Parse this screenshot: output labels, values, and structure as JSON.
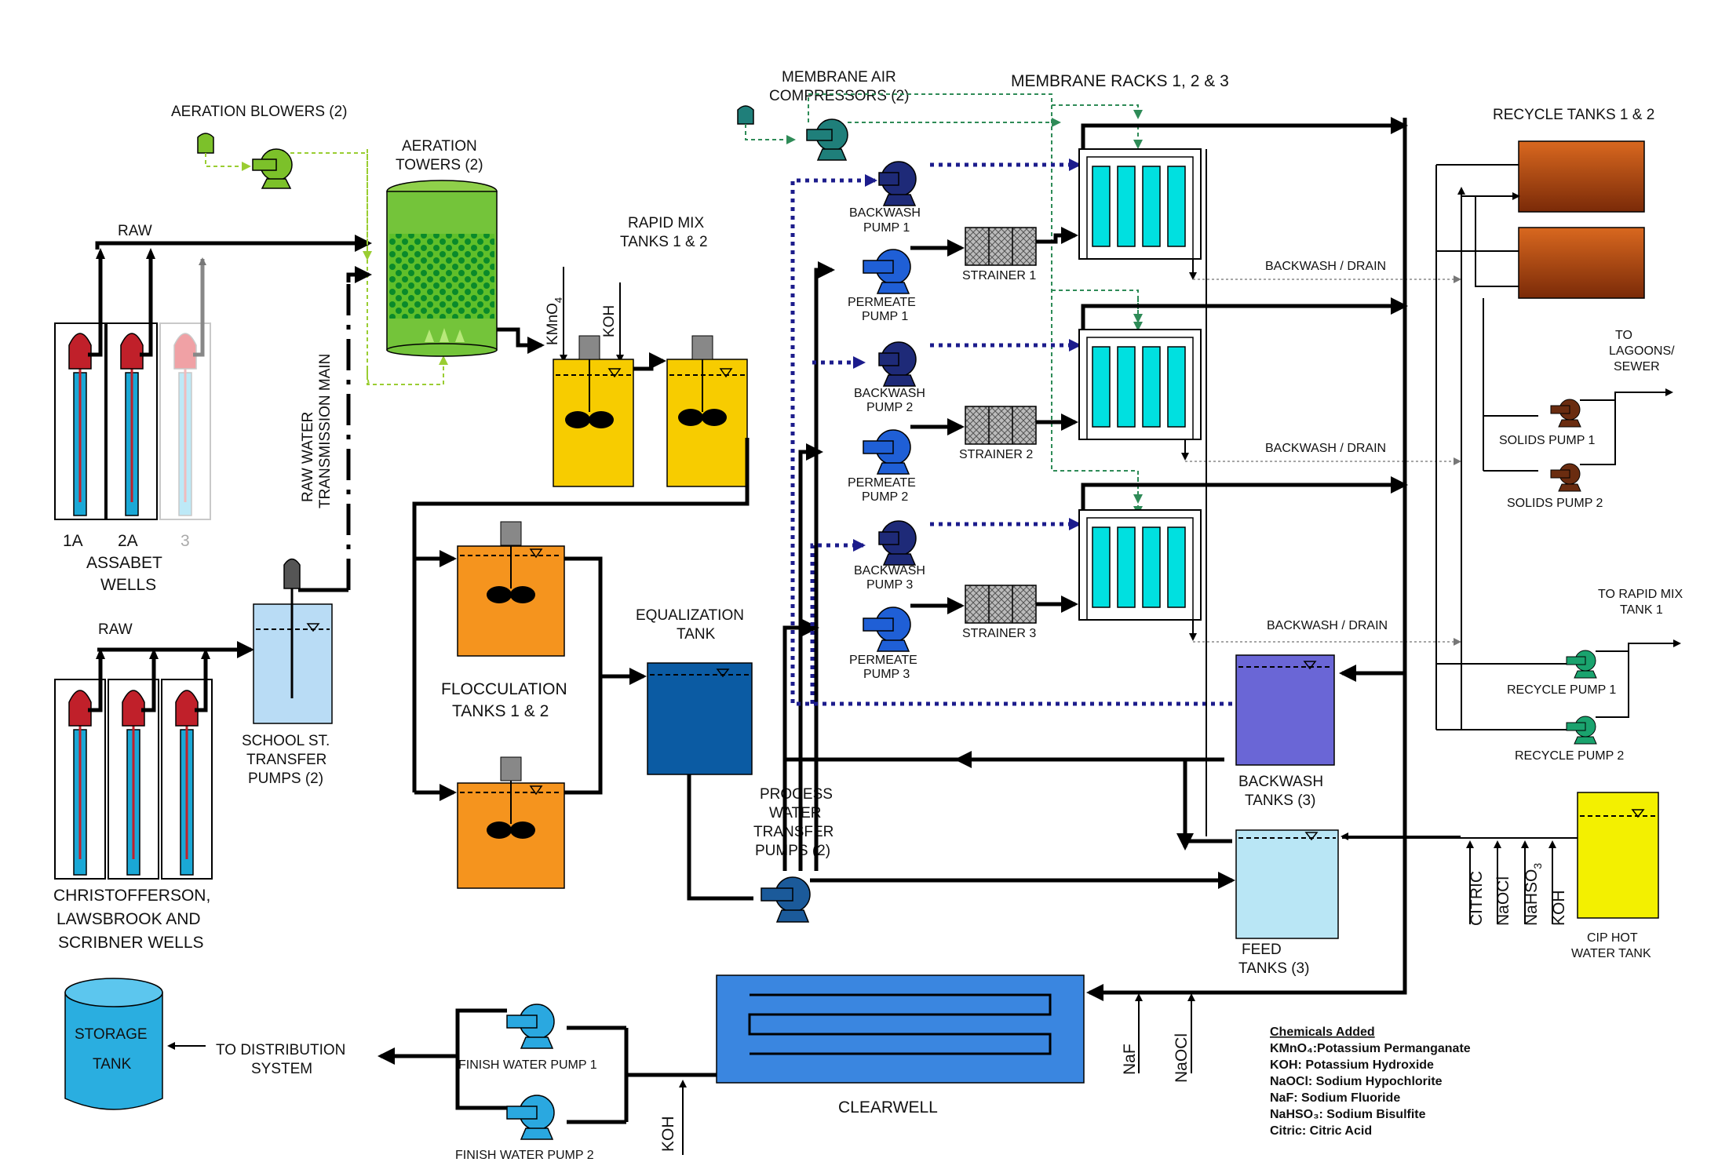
{
  "labels": {
    "raw_top": "RAW",
    "raw_bottom": "RAW",
    "aeration_blowers": "AERATION BLOWERS (2)",
    "aeration_towers_1": "AERATION",
    "aeration_towers_2": "TOWERS (2)",
    "rapid_mix_1": "RAPID MIX",
    "rapid_mix_2": "TANKS 1 & 2",
    "kmno4": "KMnO",
    "kmno4_sub": "4",
    "koh_rapid": "KOH",
    "membrane_air_1": "MEMBRANE AIR",
    "membrane_air_2": "COMPRESSORS (2)",
    "membrane_racks": "MEMBRANE  RACKS 1, 2 & 3",
    "recycle_tanks": "RECYCLE TANKS 1 & 2",
    "well_1a": "1A",
    "well_2a": "2A",
    "well_3": "3",
    "assabet_1": "ASSABET",
    "assabet_2": "WELLS",
    "raw_transmission_1": "RAW WATER",
    "raw_transmission_2": "TRANSMISSION MAIN",
    "school_st_1": "SCHOOL ST.",
    "school_st_2": "TRANSFER",
    "school_st_3": "PUMPS (2)",
    "christ_1": "CHRISTOFFERSON,",
    "christ_2": "LAWSBROOK AND",
    "christ_3": "SCRIBNER  WELLS",
    "flocc_1": "FLOCCULATION",
    "flocc_2": "TANKS 1 & 2",
    "eq_1": "EQUALIZATION",
    "eq_2": "TANK",
    "backwash_pump_1a": "BACKWASH",
    "backwash_pump_1b": "PUMP 1",
    "backwash_pump_2a": "BACKWASH",
    "backwash_pump_2b": "PUMP 2",
    "backwash_pump_3a": "BACKWASH",
    "backwash_pump_3b": "PUMP 3",
    "permeate_pump_1a": "PERMEATE",
    "permeate_pump_1b": "PUMP 1",
    "permeate_pump_2a": "PERMEATE",
    "permeate_pump_2b": "PUMP 2",
    "permeate_pump_3a": "PERMEATE",
    "permeate_pump_3b": "PUMP 3",
    "strainer_1": "STRAINER 1",
    "strainer_2": "STRAINER 2",
    "strainer_3": "STRAINER 3",
    "backwash_drain_1": "BACKWASH  / DRAIN",
    "backwash_drain_2": "BACKWASH  / DRAIN",
    "backwash_drain_3": "BACKWASH  / DRAIN",
    "lagoons_1": "TO",
    "lagoons_2": "LAGOONS/",
    "lagoons_3": "SEWER",
    "solids_pump_1": "SOLIDS PUMP 1",
    "solids_pump_2": "SOLIDS PUMP 2",
    "to_rapid_mix_1": "TO RAPID MIX",
    "to_rapid_mix_2": "TANK 1",
    "recycle_pump_1": "RECYCLE PUMP 1",
    "recycle_pump_2": "RECYCLE PUMP 2",
    "backwash_tanks_1": "BACKWASH",
    "backwash_tanks_2": "TANKS (3)",
    "process_water_1": "PROCESS",
    "process_water_2": "WATER",
    "process_water_3": "TRANSFER",
    "process_water_4": "PUMPS (2)",
    "feed_tanks_1": "FEED",
    "feed_tanks_2": "TANKS (3)",
    "citric": "CITRIC",
    "naocl_cip": "NaOCl",
    "nahso3": "NaHSO",
    "nahso3_sub": "3",
    "koh_cip": "KOH",
    "cip_1": "CIP HOT",
    "cip_2": "WATER TANK",
    "storage_1": "STORAGE",
    "storage_2": "TANK",
    "to_distribution_1": "TO DISTRIBUTION",
    "to_distribution_2": "SYSTEM",
    "finish_pump_1": "FINISH WATER  PUMP 1",
    "finish_pump_2": "FINISH WATER  PUMP 2",
    "koh_finish": "KOH",
    "clearwell": "CLEARWELL",
    "naf": "NaF",
    "naocl_clear": "NaOCl"
  },
  "legend": {
    "title": "Chemicals Added",
    "items": [
      "KMnO₄:Potassium Permanganate",
      "KOH: Potassium Hydroxide",
      "NaOCl: Sodium Hypochlorite",
      "NaF: Sodium Fluoride",
      "NaHSO₃: Sodium Bisulfite",
      "Citric: Citric Acid"
    ]
  },
  "colors": {
    "pump_green": "#7cc12a",
    "pump_teal": "#1f7f7a",
    "backwash_pump": "#1e2a78",
    "permeate_pump": "#1f5fd6",
    "well_head": "#c0202a",
    "well_water": "#1aa8d6",
    "tower": "#74c43a",
    "rapid_mix": "#f7cc00",
    "flocc": "#f5941e",
    "eq_tank": "#0b5ba3",
    "membrane_fill": "#00e0e0",
    "recycle_tank": "#b84c14",
    "solids_pump": "#6a2c10",
    "recycle_pump": "#1aa36e",
    "backwash_tank": "#6a66d6",
    "feed_tank": "#b9e6f5",
    "cip_tank": "#f3f000",
    "clearwell": "#3a86e0",
    "storage": "#2aaee0",
    "finish_pump": "#2aa8e0",
    "process_pump": "#1b5a9a",
    "school_tank": "#b9dcf5"
  }
}
